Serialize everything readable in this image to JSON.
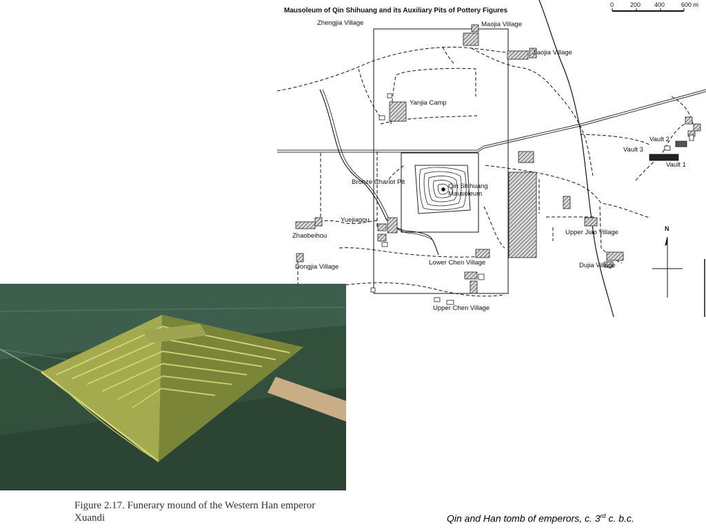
{
  "map": {
    "title": "Mausoleum of Qin Shihuang and its Auxiliary Pits of Pottery Figures",
    "scale_labels": [
      "0",
      "200",
      "400",
      "600 m"
    ],
    "north_label": "N",
    "labels": {
      "zhengjia": "Zhengjia Village",
      "maojia": "Maojia Village",
      "jiaojia": "Jiaojia Village",
      "yanjia": "Yanjia Camp",
      "vault2": "Vault 2",
      "vault3": "Vault 3",
      "vault1": "Vault 1",
      "bronze": "Bronze Chariot Pit",
      "qin1": "Qin Shihuang",
      "qin2": "Mausoleum",
      "yuejiagou": "Yuejiagou",
      "zhaobeihou": "Zhaobeihou",
      "upperjiao": "Upper Jiao Village",
      "dongjia": "Dongjia Village",
      "lowerchen": "Lower Chen Village",
      "dujia": "Dujia Village",
      "upperchen": "Upper Chen Village"
    },
    "colors": {
      "ink": "#111111",
      "hatch_fill": "#bdbdbd"
    }
  },
  "photo": {
    "colors": {
      "field_dark": "#2f4a3a",
      "field_mid": "#3f5c44",
      "mound": "#8f9a45",
      "mound_light": "#c7c76a",
      "road": "#c9ad86"
    }
  },
  "figure_caption": {
    "line1": "Figure 2.17. Funerary mound of the Western Han emperor",
    "line2": "Xuandi"
  },
  "slide_caption": {
    "main": "Qin and Han tomb of emperors, c. 3",
    "sup": "rd",
    "tail": " c. b.c."
  }
}
